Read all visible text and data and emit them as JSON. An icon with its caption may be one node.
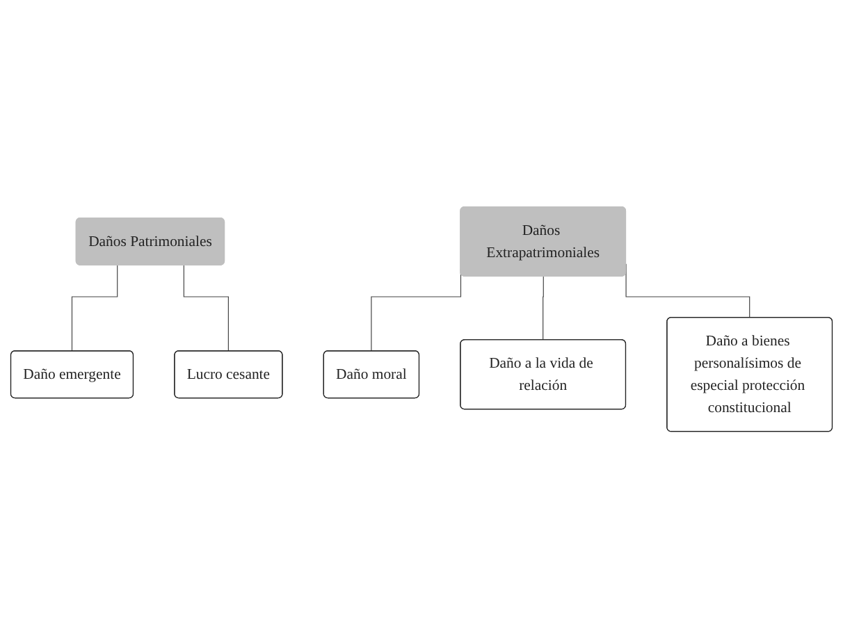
{
  "diagram": {
    "nodes": [
      {
        "text": [
          "Daños Patrimoniales"
        ]
      },
      {
        "text": [
          "Daño emergente"
        ]
      },
      {
        "text": [
          "Lucro cesante"
        ]
      },
      {
        "text": [
          "Daños Extrapatrimoniales"
        ]
      },
      {
        "text": [
          "Daño moral"
        ]
      },
      {
        "text": [
          "Daño a la vida de relación"
        ]
      },
      {
        "text": [
          "Daño a bienes personalísimos de especial protección constitucional"
        ]
      }
    ],
    "edges": [
      {
        "from": 0,
        "to": 1,
        "arrow": "none"
      },
      {
        "from": 0,
        "to": 2,
        "arrow": "none"
      },
      {
        "from": 3,
        "to": 4,
        "arrow": "none"
      },
      {
        "from": 3,
        "to": 5,
        "arrow": "none"
      },
      {
        "from": 3,
        "to": 6,
        "arrow": "none"
      }
    ]
  }
}
